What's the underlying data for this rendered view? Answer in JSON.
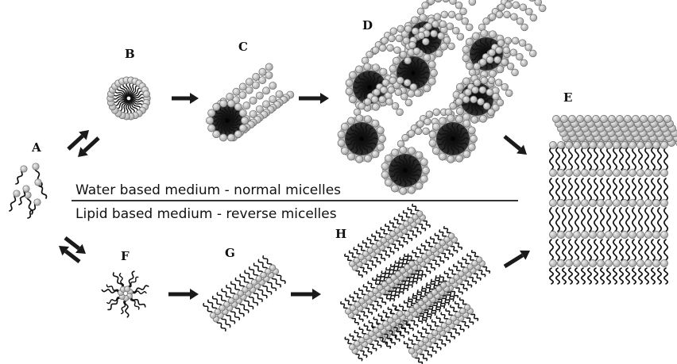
{
  "labels": {
    "a": "A",
    "b": "B",
    "c": "C",
    "d": "D",
    "e": "E",
    "f": "F",
    "g": "G",
    "h": "H"
  },
  "media": {
    "water": "Water based medium - normal micelles",
    "lipid": "Lipid based medium - reverse micelles"
  },
  "colors": {
    "head": "#c8c8c8",
    "head_stroke": "#6a6a6a",
    "tail": "#111111",
    "core": "#141414",
    "arrow": "#1a1a1a"
  },
  "icons": {
    "lipid": "lipid-molecule-icon",
    "arrow": "process-arrow-icon"
  }
}
